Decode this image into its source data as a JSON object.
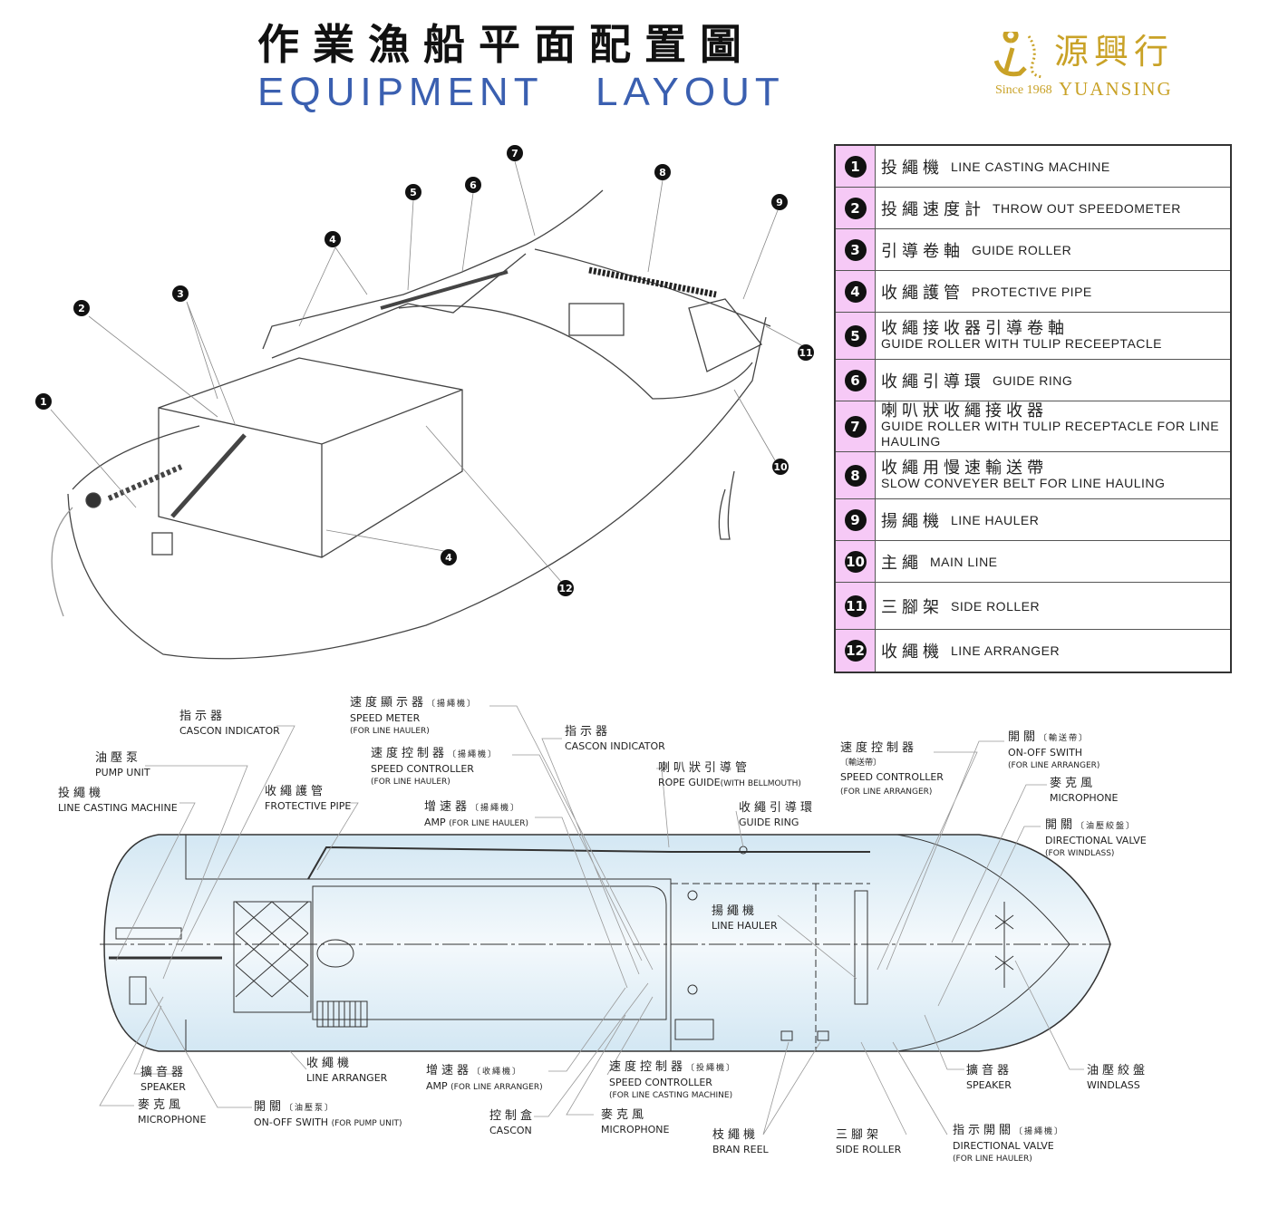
{
  "title": {
    "zh": "作業漁船平面配置圖",
    "en": "EQUIPMENT LAYOUT"
  },
  "logo": {
    "zh": "源興行",
    "since": "Since 1968",
    "en": "YUANSING"
  },
  "legend": [
    {
      "n": "1",
      "zh": "投繩機",
      "en": "LINE CASTING MACHINE"
    },
    {
      "n": "2",
      "zh": "投繩速度計",
      "en": "THROW OUT SPEEDOMETER"
    },
    {
      "n": "3",
      "zh": "引導卷軸",
      "en": "GUIDE ROLLER"
    },
    {
      "n": "4",
      "zh": "收繩護管",
      "en": "PROTECTIVE PIPE"
    },
    {
      "n": "5",
      "zh": "收繩接收器引導卷軸",
      "en": "GUIDE ROLLER WITH TULIP RECEEPTACLE"
    },
    {
      "n": "6",
      "zh": "收繩引導環",
      "en": "GUIDE RING"
    },
    {
      "n": "7",
      "zh": "喇叭狀收繩接收器",
      "en": "GUIDE ROLLER WITH TULIP RECEPTACLE FOR LINE HAULING"
    },
    {
      "n": "8",
      "zh": "收繩用慢速輸送帶",
      "en": "SLOW CONVEYER BELT FOR LINE HAULING"
    },
    {
      "n": "9",
      "zh": "揚繩機",
      "en": "LINE HAULER"
    },
    {
      "n": "10",
      "zh": "主繩",
      "en": "MAIN LINE"
    },
    {
      "n": "11",
      "zh": "三腳架",
      "en": "SIDE ROLLER"
    },
    {
      "n": "12",
      "zh": "收繩機",
      "en": "LINE ARRANGER"
    }
  ],
  "markers": [
    "1",
    "2",
    "3",
    "4",
    "5",
    "6",
    "7",
    "8",
    "9",
    "10",
    "11",
    "12",
    "4"
  ],
  "labels": [
    {
      "zh": "指示器",
      "en": "CASCON INDICATOR"
    },
    {
      "zh": "油壓泵",
      "en": "PUMP UNIT"
    },
    {
      "zh": "投繩機",
      "en": "LINE CASTING MACHINE"
    },
    {
      "zh": "收繩護管",
      "en": "FROTECTIVE PIPE"
    },
    {
      "zh": "速度顯示器",
      "zn": "〔揚繩機〕",
      "en": "SPEED METER",
      "nt": "(FOR LINE HAULER)"
    },
    {
      "zh": "速度控制器",
      "zn": "〔揚繩機〕",
      "en": "SPEED CONTROLLER",
      "nt": "(FOR LINE HAULER)"
    },
    {
      "zh": "增速器",
      "zn": "〔揚繩機〕",
      "en": "AMP",
      "nt": "(FOR LINE HAULER)"
    },
    {
      "zh": "指示器",
      "en": "CASCON INDICATOR"
    },
    {
      "zh": "喇叭狀引導管",
      "en": "ROPE GUIDE",
      "nt": "(WITH BELLMOUTH)"
    },
    {
      "zh": "收繩引導環",
      "en": "GUIDE RING"
    },
    {
      "zh": "速度控制器",
      "zn": "〔輸送帶〕",
      "en": "SPEED CONTROLLER",
      "nt": "(FOR LINE ARRANGER)"
    },
    {
      "zh": "開關",
      "zn": "〔輸送帶〕",
      "en": "ON-OFF SWITH",
      "nt": "(FOR LINE ARRANGER)"
    },
    {
      "zh": "麥克風",
      "en": "MICROPHONE"
    },
    {
      "zh": "開關",
      "zn": "〔油壓絞盤〕",
      "en": "DIRECTIONAL VALVE",
      "nt": "(FOR WINDLASS)"
    },
    {
      "zh": "揚繩機",
      "en": "LINE HAULER"
    },
    {
      "zh": "擴音器",
      "en": "SPEAKER"
    },
    {
      "zh": "麥克風",
      "en": "MICROPHONE"
    },
    {
      "zh": "收繩機",
      "en": "LINE ARRANGER"
    },
    {
      "zh": "開關",
      "zn": "〔油壓泵〕",
      "en": "ON-OFF SWITH",
      "nt": "(FOR PUMP UNIT)"
    },
    {
      "zh": "增速器",
      "zn": "〔收繩機〕",
      "en": "AMP",
      "nt": "(FOR LINE ARRANGER)"
    },
    {
      "zh": "控制盒",
      "en": "CASCON"
    },
    {
      "zh": "速度控制器",
      "zn": "〔投繩機〕",
      "en": "SPEED CONTROLLER",
      "nt": "(FOR LINE CASTING MACHINE)"
    },
    {
      "zh": "麥克風",
      "en": "MICROPHONE"
    },
    {
      "zh": "枝繩機",
      "en": "BRAN REEL"
    },
    {
      "zh": "三腳架",
      "en": "SIDE ROLLER"
    },
    {
      "zh": "擴音器",
      "en": "SPEAKER"
    },
    {
      "zh": "指示開關",
      "zn": "〔揚繩機〕",
      "en": "DIRECTIONAL VALVE",
      "nt": "(FOR LINE HAULER)"
    },
    {
      "zh": "油壓絞盤",
      "en": "WINDLASS"
    }
  ],
  "colors": {
    "title_en": "#3a5fb0",
    "logo": "#c9a227",
    "legend_num_bg": "#f6c9f6",
    "hull_fill": "#dcecf5",
    "arrow": "#f0a040"
  }
}
